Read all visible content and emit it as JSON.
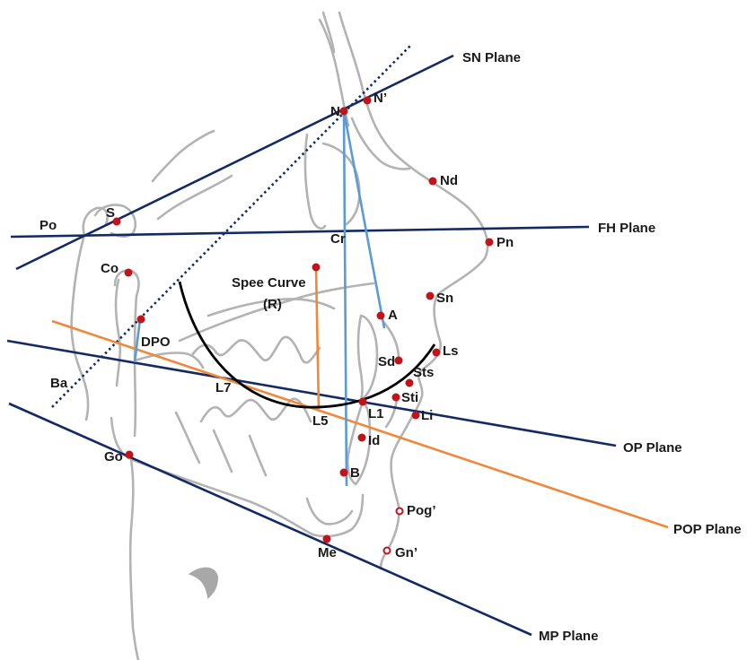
{
  "colors": {
    "plane": "#132a63",
    "measure": "#5b9bd5",
    "pop": "#f0883a",
    "curve": "#000000",
    "landmark": "#c0141b",
    "trace": "#b3b3b3"
  },
  "planes": {
    "sn": "SN Plane",
    "fh": "FH Plane",
    "op": "OP Plane",
    "pop": "POP Plane",
    "mp": "MP Plane"
  },
  "speeCurve": {
    "line1": "Spee Curve",
    "line2": "(R)"
  },
  "landmarks": {
    "N": "N",
    "N_soft": "N’",
    "Nd": "Nd",
    "S": "S",
    "Po": "Po",
    "Cr": "Cr",
    "Pn": "Pn",
    "Co": "Co",
    "Sn": "Sn",
    "A": "A",
    "DPO": "DPO",
    "Ls": "Ls",
    "Sd": "Sd",
    "Sts": "Sts",
    "Ba": "Ba",
    "L7": "L7",
    "Sti": "Sti",
    "L1": "L1",
    "L5": "L5",
    "Li": "Li",
    "Id": "Id",
    "Go": "Go",
    "B": "B",
    "Pog_soft": "Pog’",
    "Me": "Me",
    "Gn_soft": "Gn’"
  }
}
